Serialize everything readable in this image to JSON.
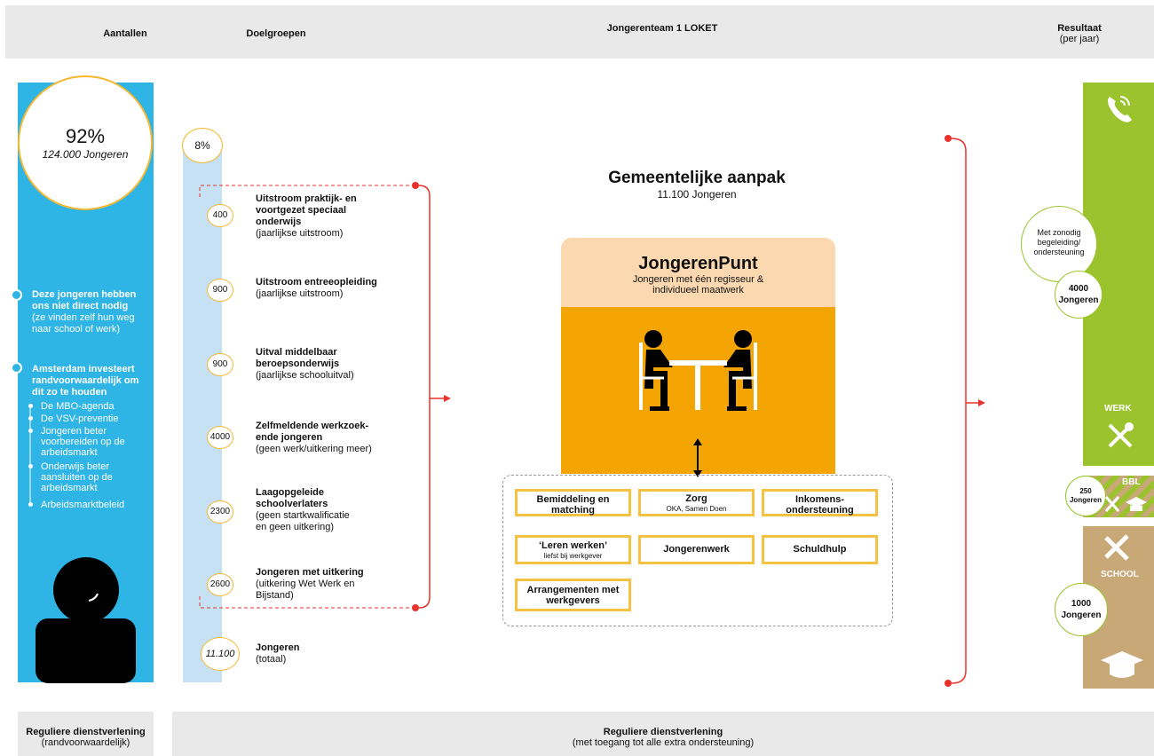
{
  "header": {
    "aantallen": "Aantallen",
    "doelgroepen": "Doelgroepen",
    "jongerenteam": "Jongerenteam 1 LOKET",
    "resultaat": "Resultaat",
    "resultaat_sub": "(per jaar)"
  },
  "left": {
    "pct": "92%",
    "pct_label": "124.000 Jongeren",
    "note1_bold": "Deze jongeren hebben ons niet direct nodig",
    "note1_rest": "(ze vinden zelf hun weg naar school of werk)",
    "note2_bold": "Amsterdam investeert randvoorwaardelijk om dit zo te houden",
    "bullets": [
      "De MBO-agenda",
      "De VSV-preventie",
      "Jongeren beter voorbereiden op de arbeidsmarkt",
      "Onderwijs beter aansluiten op de arbeidsmarkt",
      "Arbeidsmarktbeleid"
    ]
  },
  "groups": {
    "pct": "8%",
    "items": [
      {
        "count": "400",
        "title": "Uitstroom praktijk- en voortgezet speciaal onderwijs",
        "sub": "(jaarlijkse uitstroom)"
      },
      {
        "count": "900",
        "title": "Uitstroom entreeopleiding",
        "sub": "(jaarlijkse uitstroom)"
      },
      {
        "count": "900",
        "title": "Uitval middelbaar beroepsonderwijs",
        "sub": "(jaarlijkse schooluitval)"
      },
      {
        "count": "4000",
        "title": "Zelfmeldende werkzoek-ende jongeren",
        "sub": "(geen werk/uitkering meer)"
      },
      {
        "count": "2300",
        "title": "Laagopgeleide schoolverlaters",
        "sub": "(geen startkwalificatie en geen uitkering)"
      },
      {
        "count": "2600",
        "title": "Jongeren met uitkering",
        "sub": "(uitkering Wet Werk en Bijstand)"
      }
    ],
    "total_count": "11.100",
    "total_title": "Jongeren",
    "total_sub": "(totaal)"
  },
  "center": {
    "title": "Gemeentelijke aanpak",
    "subtitle": "11.100 Jongeren",
    "jp_title": "JongerenPunt",
    "jp_sub": "Jongeren met één regisseur & individueel maatwerk",
    "services": [
      {
        "title": "Bemiddeling en matching",
        "sub": ""
      },
      {
        "title": "Zorg",
        "sub": "OKA, Samen Doen"
      },
      {
        "title": "Inkomens-ondersteuning",
        "sub": ""
      },
      {
        "title": "‘Leren werken’",
        "sub": "liefst bij werkgever"
      },
      {
        "title": "Jongerenwerk",
        "sub": ""
      },
      {
        "title": "Schuldhulp",
        "sub": ""
      },
      {
        "title": "Arrangementen met werkgevers",
        "sub": ""
      }
    ]
  },
  "result": {
    "note": "Met zonodig begeleiding/ ondersteuning",
    "werk_count": "4000 Jongeren",
    "werk_label": "WERK",
    "bbl_count": "250 Jongeren",
    "bbl_label": "BBL",
    "school_label": "SCHOOL",
    "school_count": "1000 Jongeren"
  },
  "footer": {
    "left_title": "Reguliere dienstverlening",
    "left_sub": "(randvoorwaardelijk)",
    "right_title": "Reguliere dienstverlening",
    "right_sub": "(met toegang tot alle extra ondersteuning)"
  },
  "colors": {
    "blue": "#2fb4e6",
    "orange": "#f5a503",
    "green": "#9ac32d",
    "tan": "#c9a878",
    "red": "#e8322b"
  }
}
